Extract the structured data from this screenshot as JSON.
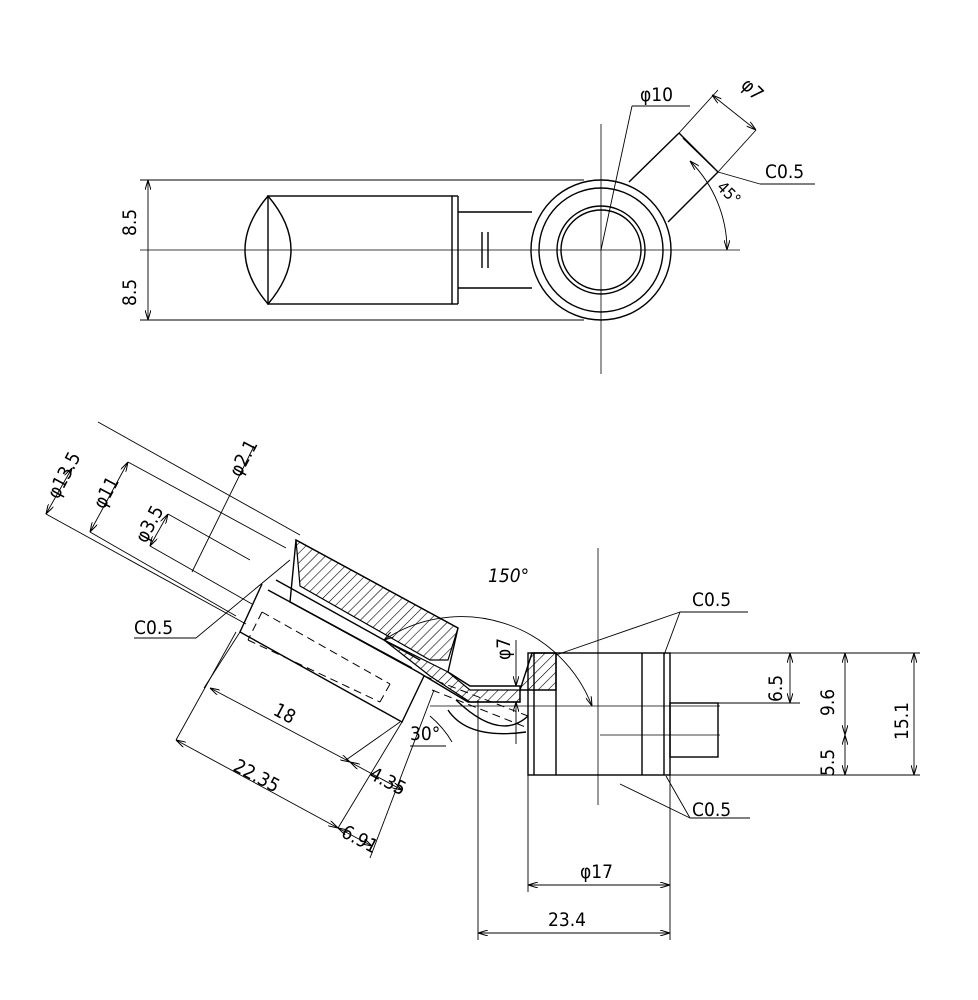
{
  "dimensions": {
    "d10": "φ10",
    "d7_top": "φ7",
    "c05_top": "C0.5",
    "a45": "45°",
    "h85_top": "8.5",
    "h85_bot": "8.5",
    "d135": "φ13.5",
    "d11": "φ11",
    "d35": "φ3.5",
    "d21": "φ2.1",
    "c05_left": "C0.5",
    "a150": "150°",
    "d7_mid": "φ7",
    "c05_right_top": "C0.5",
    "c05_right_bot": "C0.5",
    "l18": "18",
    "a30": "30°",
    "l2235": "22.35",
    "l435": "4.35",
    "l691": "6.91",
    "h65": "6.5",
    "h96": "9.6",
    "h55": "5.5",
    "h151": "15.1",
    "d17": "φ17",
    "w234": "23.4"
  }
}
